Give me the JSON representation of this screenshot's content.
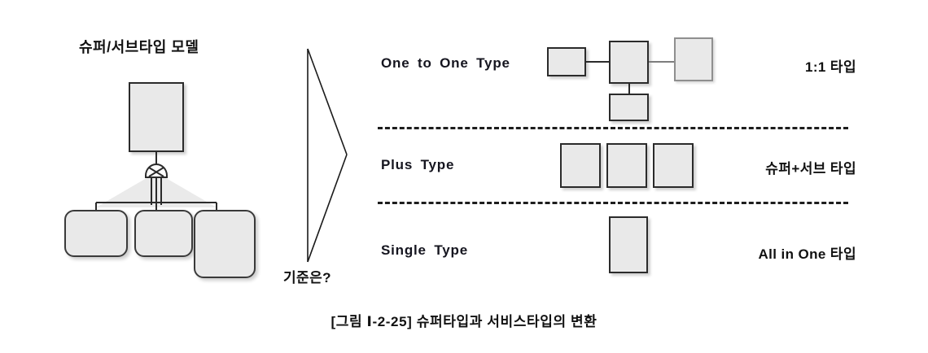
{
  "figure": {
    "caption": "[그림 Ⅰ-2-25] 슈퍼타입과 서비스타입의 변환",
    "background_color": "#ffffff",
    "box_fill_color": "#e9e9e9",
    "box_border_color": "#2b2b2b",
    "divider_color": "#1d1d1d"
  },
  "left_panel": {
    "title": "슈퍼/서브타입 모델",
    "supertype_box": {
      "label": ""
    },
    "exclusive_arc_symbol": "X",
    "subtype_boxes": [
      {
        "label": ""
      },
      {
        "label": ""
      },
      {
        "label": ""
      }
    ]
  },
  "transform_arrow": {
    "criteria_label": "기준은?"
  },
  "right_panel": {
    "rows": [
      {
        "en_label": "One to One Type",
        "ko_label": "1:1 타입",
        "boxes": [
          {
            "label": "",
            "role": "left-entity"
          },
          {
            "label": "",
            "role": "center-entity"
          },
          {
            "label": "",
            "role": "right-entity"
          },
          {
            "label": "",
            "role": "bottom-entity"
          }
        ]
      },
      {
        "en_label": "Plus Type",
        "ko_label": "슈퍼+서브 타입",
        "boxes": [
          {
            "label": "",
            "role": "entity-1"
          },
          {
            "label": "",
            "role": "entity-2"
          },
          {
            "label": "",
            "role": "entity-3"
          }
        ]
      },
      {
        "en_label": "Single Type",
        "ko_label": "All in One 타입",
        "boxes": [
          {
            "label": "",
            "role": "single-entity"
          }
        ]
      }
    ]
  }
}
